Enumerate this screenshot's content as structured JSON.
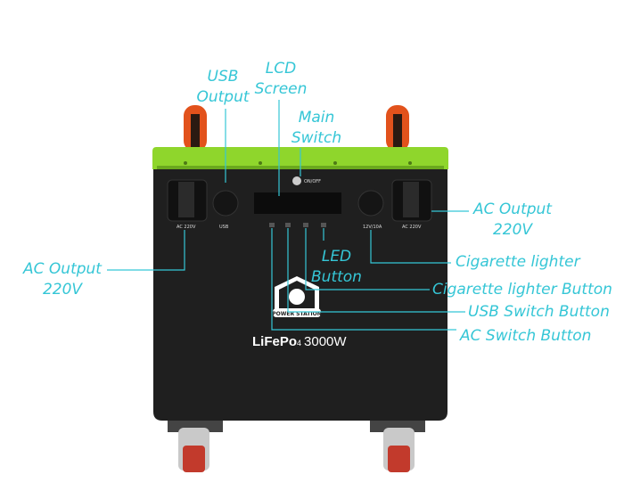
{
  "labels": {
    "usb_output": [
      "USB",
      "Output"
    ],
    "lcd_screen": [
      "LCD",
      "Screen"
    ],
    "main_switch": [
      "Main",
      "Switch"
    ],
    "ac_output_right": [
      "AC Output",
      "220V"
    ],
    "ac_output_left": [
      "AC Output",
      "220V"
    ],
    "led_button": [
      "LED",
      "Button"
    ],
    "cigarette_lighter": "Cigarette lighter",
    "cigarette_lighter_button": "Cigarette lighter Button",
    "usb_switch_button": "USB Switch Button",
    "ac_switch_button": "AC Switch Button"
  },
  "device": {
    "on_off": "ON/OFF",
    "ac_left": "AC 220V",
    "usb": "USB",
    "dc12v": "12V/10A",
    "ac_right": "AC 220V",
    "badge": "POWER STATION",
    "model_brand": "LiFePo",
    "model_sub": "4",
    "model_power": "3000W"
  },
  "colors": {
    "annotation": "#35c6d6",
    "top_panel": "#8fd62c",
    "body": "#1e1e1e",
    "handle": "#e2521c"
  }
}
